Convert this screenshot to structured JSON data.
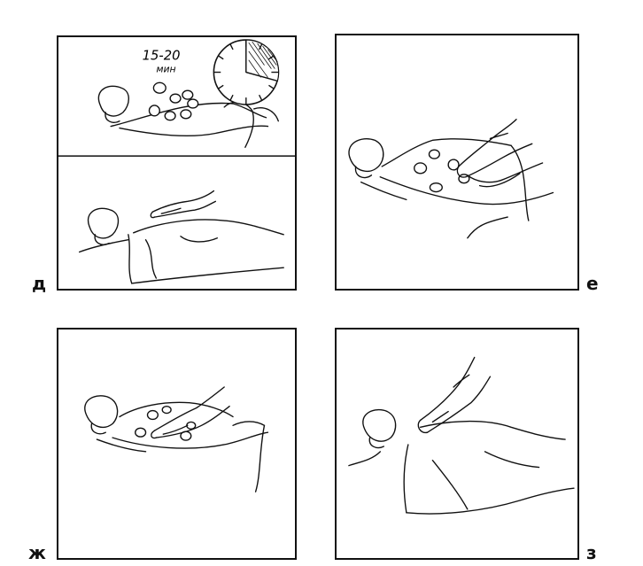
{
  "panels": {
    "d": {
      "letter": "д",
      "timer_text": "15-20",
      "timer_unit": "мин"
    },
    "e": {
      "letter": "е"
    },
    "zh": {
      "letter": "ж"
    },
    "z": {
      "letter": "з"
    }
  },
  "colors": {
    "ink": "#111111",
    "paper": "#ffffff"
  }
}
